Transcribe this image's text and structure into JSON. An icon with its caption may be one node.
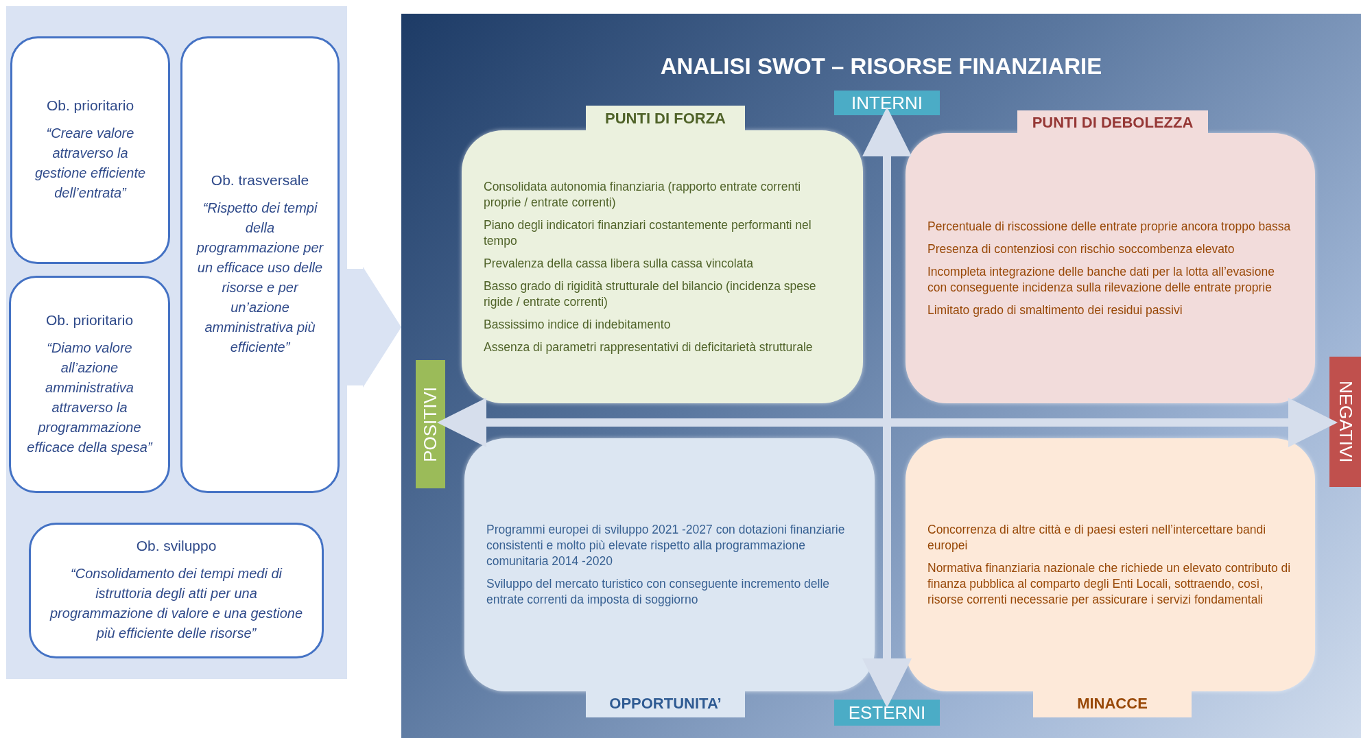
{
  "diagram": {
    "nodes": [
      {
        "text": [],
        "shape": "box"
      },
      {
        "text": [
          "Ob. prioritario",
          "“Creare valore attraverso la gestione efficiente dell’entrata”"
        ],
        "in": 0
      },
      {
        "text": [
          "Ob. trasversale",
          "“Rispetto dei tempi della programmazione per un efficace uso delle risorse e per un’azione amministrativa più efficiente”"
        ],
        "in": 0
      },
      {
        "text": [
          "Ob. prioritario",
          "“Diamo valore all’azione amministrativa attraverso la programmazione efficace della spesa”"
        ],
        "in": 0
      },
      {
        "text": [
          "Ob. sviluppo",
          "“Consolidamento dei tempi medi di istruttoria degli atti per una programmazione di valore e una gestione più efficiente delle risorse”"
        ],
        "in": 0
      },
      {
        "text": [
          "ANALISI SWOT – RISORSE FINANZIARIE"
        ]
      },
      {
        "text": [
          "PUNTI DI FORZA",
          "Consolidata autonomia finanziaria (rapporto entrate correnti proprie / entrate correnti)",
          "Piano degli indicatori finanziari costantemente performanti nel tempo",
          "Prevalenza della cassa libera sulla cassa vincolata",
          "Basso grado di rigidità strutturale del bilancio (incidenza spese rigide / entrate correnti)",
          "Bassissimo indice di indebitamento",
          "Assenza di parametri rappresentativi di deficitarietà strutturale"
        ],
        "in": 5
      },
      {
        "text": [
          "PUNTI DI DEBOLEZZA",
          "Percentuale di riscossione delle entrate proprie ancora troppo bassa",
          "Presenza di contenziosi con rischio soccombenza elevato",
          "Incompleta integrazione delle banche dati per la lotta all’evasione con conseguente incidenza sulla rilevazione delle entrate proprie",
          "Limitato grado di smaltimento dei residui passivi"
        ],
        "in": 5
      },
      {
        "text": [
          "Programmi europei di sviluppo 2021 -2027 con dotazioni finanziarie consistenti e molto più elevate rispetto alla programmazione comunitaria 2014 -2020",
          "Sviluppo del mercato turistico con conseguente incremento delle entrate correnti da imposta di soggiorno",
          "OPPORTUNITA’"
        ],
        "in": 5
      },
      {
        "text": [
          "Concorrenza di altre città e di paesi esteri nell’intercettare bandi europei",
          "Normativa finanziaria nazionale che richiede un elevato contributo di finanza pubblica al comparto degli Enti Locali, sottraendo, così, risorse correnti necessarie per assicurare i servizi fondamentali",
          "MINACCE"
        ],
        "in": 5
      },
      {
        "text": [
          "INTERNI"
        ],
        "in": 5
      },
      {
        "text": [
          "POSITIVI"
        ],
        "in": 5
      },
      {
        "text": [
          "NEGATIVI"
        ],
        "in": 5
      },
      {
        "text": [
          "ESTERNI"
        ],
        "in": 5
      }
    ],
    "edges": [
      {
        "from": 0,
        "to": 5,
        "arrow": "to",
        "style": "thick"
      },
      {
        "from": 10,
        "to": 13,
        "arrow": "both"
      },
      {
        "from": 11,
        "to": 12,
        "arrow": "both"
      }
    ]
  }
}
